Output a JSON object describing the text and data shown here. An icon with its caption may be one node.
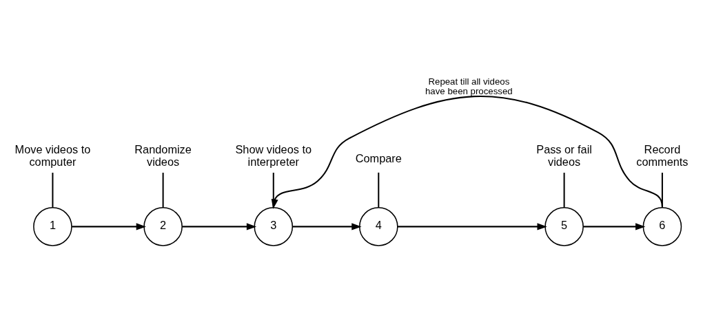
{
  "diagram": {
    "nodes": [
      {
        "text": [
          "Move videos to computer"
        ]
      },
      {
        "text": [
          "1"
        ]
      },
      {
        "text": [
          "2"
        ]
      },
      {
        "text": [
          "3"
        ]
      },
      {
        "text": [
          "4"
        ]
      },
      {
        "text": [
          "5"
        ]
      },
      {
        "text": [
          "6"
        ]
      },
      {
        "text": [
          "Randomize videos"
        ]
      },
      {
        "text": [
          "Show videos to interpreter"
        ]
      },
      {
        "text": [
          "Compare"
        ]
      },
      {
        "text": [
          "Pass or fail videos"
        ]
      },
      {
        "text": [
          "Record comments"
        ]
      }
    ],
    "edges": [
      {
        "from": 0,
        "to": 1,
        "arrow": "none"
      },
      {
        "from": 1,
        "to": 2,
        "arrow": "to"
      },
      {
        "from": 2,
        "to": 3,
        "arrow": "to"
      },
      {
        "from": 3,
        "to": 4,
        "arrow": "to"
      },
      {
        "from": 4,
        "to": 5,
        "arrow": "to"
      },
      {
        "from": 5,
        "to": 6,
        "arrow": "to"
      },
      {
        "from": 6,
        "to": 3,
        "arrow": "to",
        "label": "Repeat till all videos have been processed"
      },
      {
        "from": 7,
        "to": 2,
        "arrow": "none"
      },
      {
        "from": 8,
        "to": 3,
        "arrow": "none"
      },
      {
        "from": 9,
        "to": 4,
        "arrow": "none"
      },
      {
        "from": 10,
        "to": 5,
        "arrow": "none"
      },
      {
        "from": 11,
        "to": 6,
        "arrow": "none"
      }
    ]
  }
}
